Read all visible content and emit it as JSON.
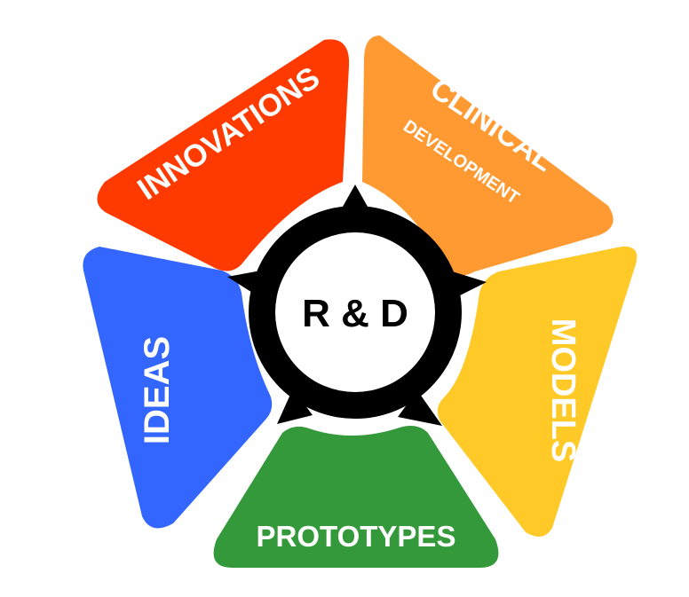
{
  "center": {
    "label": "R & D"
  },
  "segments": [
    {
      "key": "innovations",
      "label": "INNOVATIONS",
      "color": "#ff3a00"
    },
    {
      "key": "clinical",
      "label": "CLINICAL",
      "sublabel": "DEVELOPMENT",
      "color": "#ff9a32"
    },
    {
      "key": "models",
      "label": "MODELS",
      "color": "#ffc928"
    },
    {
      "key": "prototypes",
      "label": "PROTOTYPES",
      "color": "#33993a"
    },
    {
      "key": "ideas",
      "label": "IDEAS",
      "color": "#3366ff"
    }
  ]
}
